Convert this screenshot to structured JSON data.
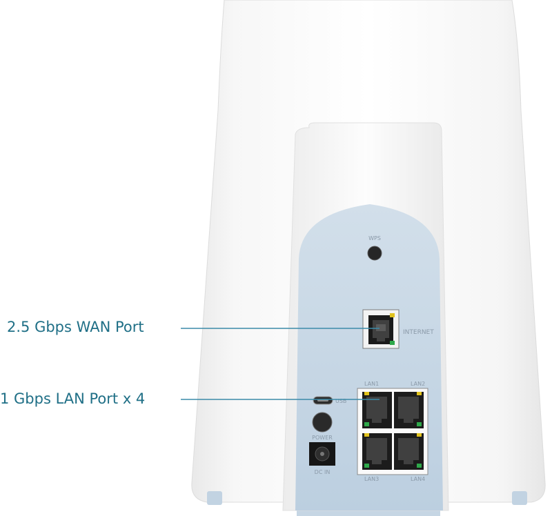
{
  "callouts": {
    "wan": "2.5 Gbps WAN Port",
    "lan": "1 Gbps LAN Port x 4"
  },
  "port_labels": {
    "wps": "WPS",
    "internet": "INTERNET",
    "lan1": "LAN1",
    "lan2": "LAN2",
    "lan3": "LAN3",
    "lan4": "LAN4",
    "usb": "USB",
    "power": "POWER",
    "dc_in": "DC IN"
  },
  "colors": {
    "callout_text": "#1f6f86",
    "leader_line": "#3a8aa8",
    "panel_blue": "#c6d6e4",
    "body_white": "#fafafa"
  }
}
